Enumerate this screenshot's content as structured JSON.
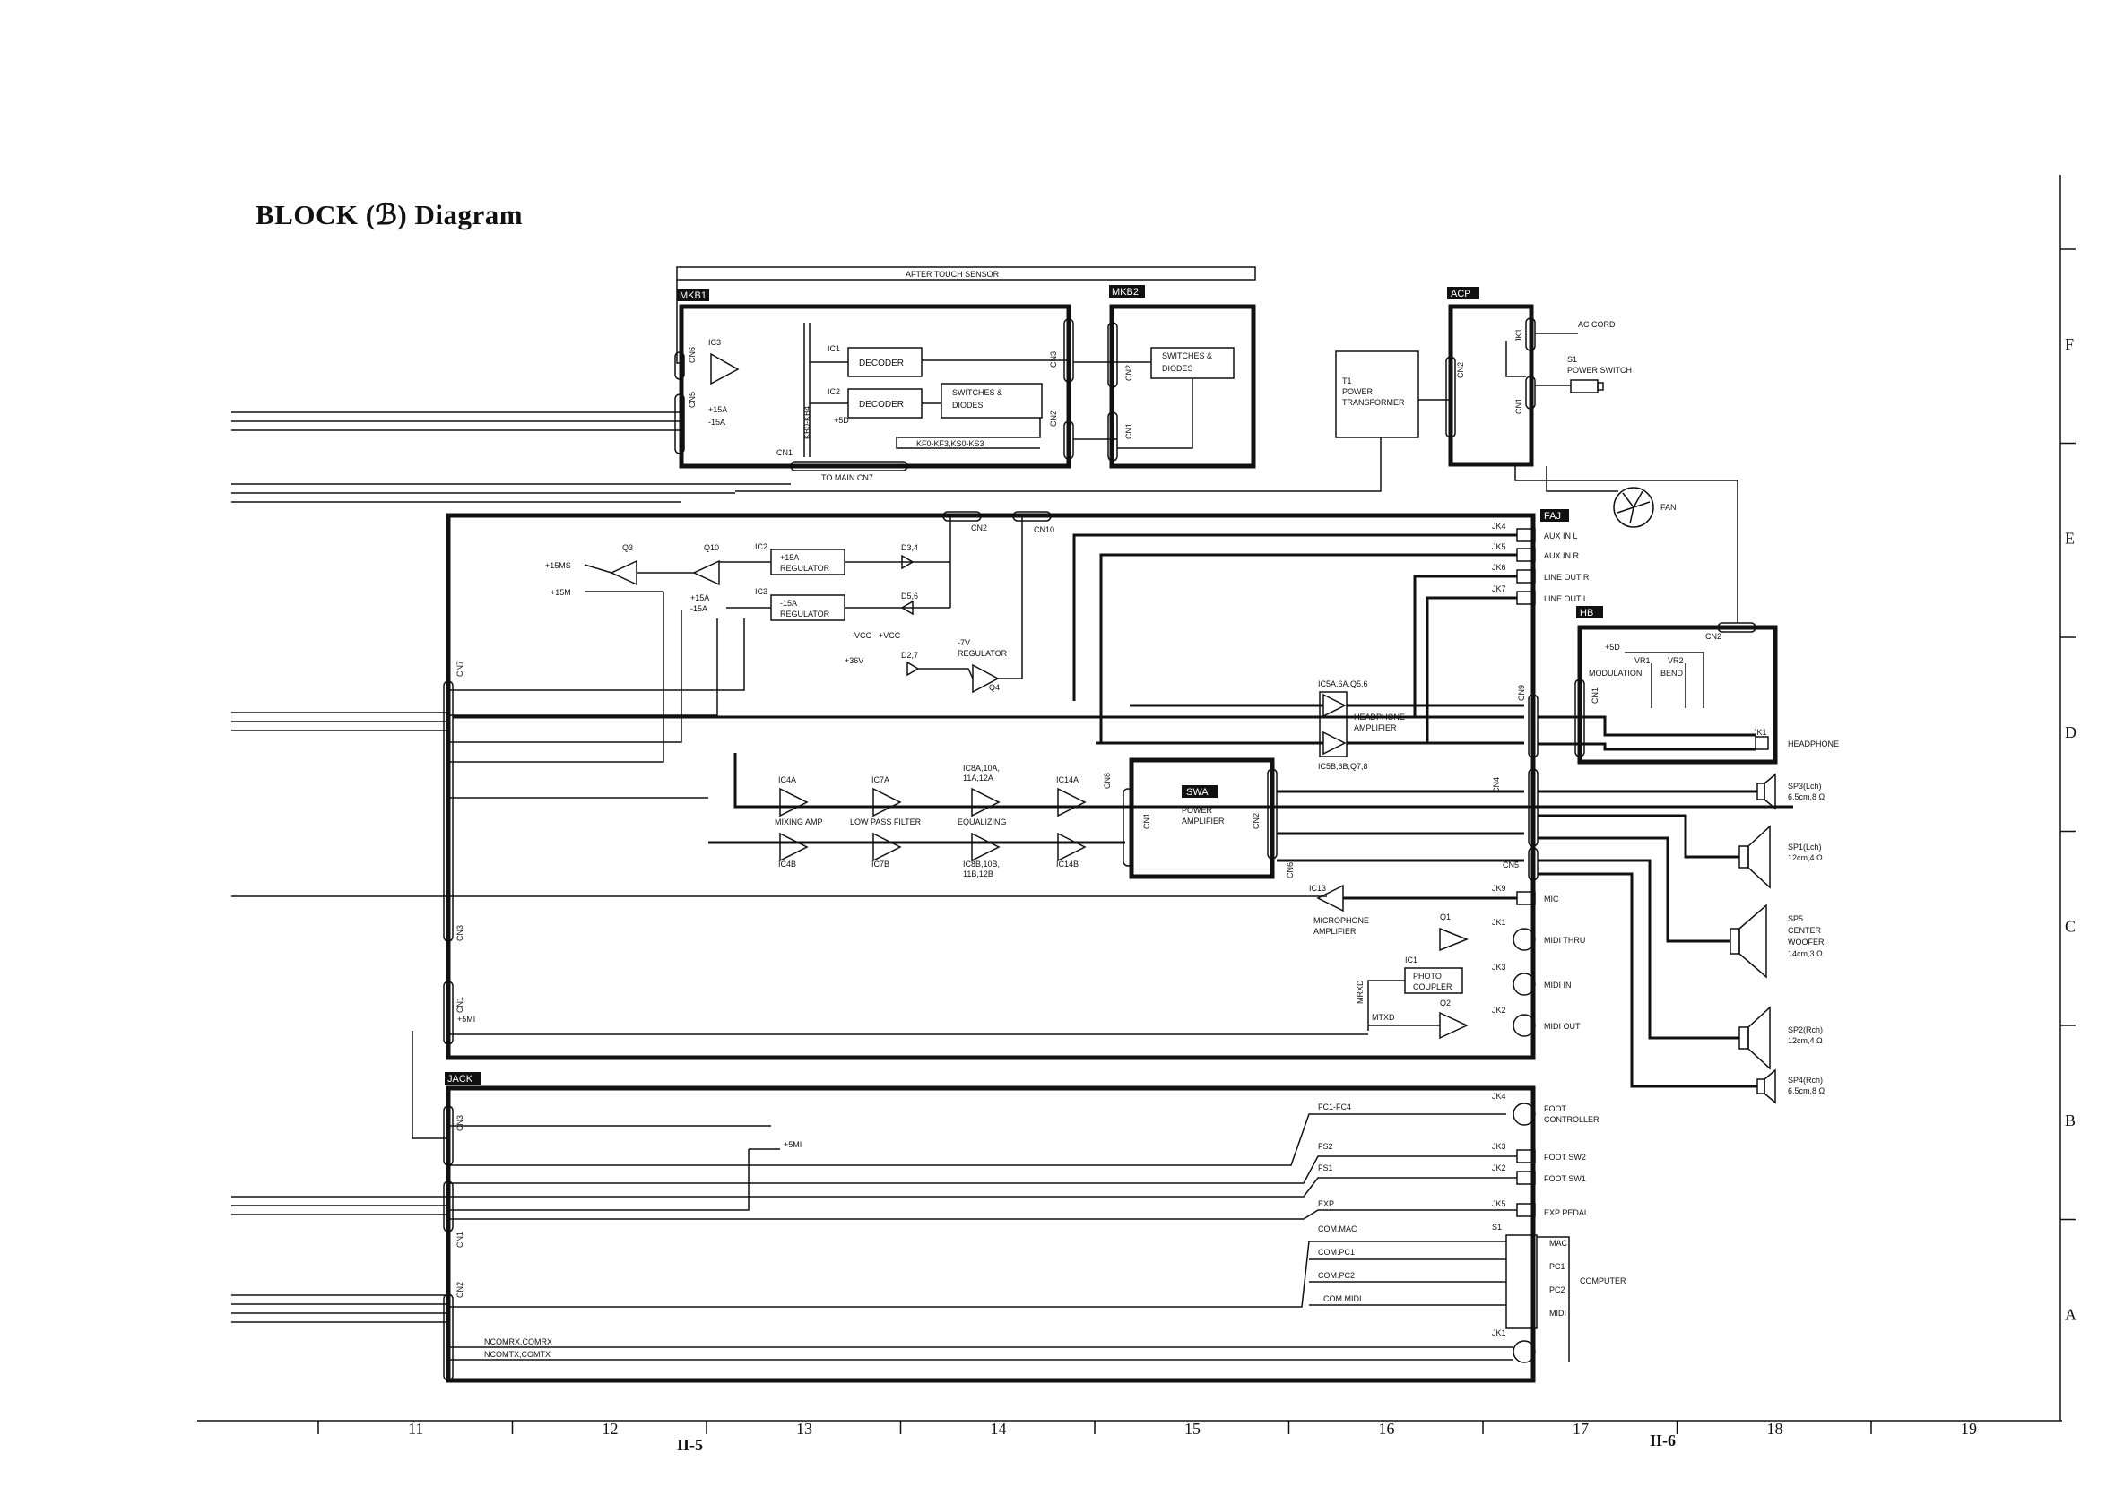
{
  "title": "BLOCK (ℬ) Diagram",
  "boards": {
    "mkb1": "MKB1",
    "mkb2": "MKB2",
    "acp": "ACP",
    "faj": "FAJ",
    "hb": "HB",
    "swa": "SWA",
    "jack": "JACK"
  },
  "labels": {
    "after_touch": "AFTER TOUCH SENSOR",
    "to_main": "TO MAIN CN7",
    "ic1": "IC1",
    "ic2": "IC2",
    "ic3": "IC3",
    "decoder1": "DECODER",
    "decoder2": "DECODER",
    "switches1_a": "SWITCHES &",
    "switches1_b": "DIODES",
    "switches2_a": "SWITCHES &",
    "switches2_b": "DIODES",
    "kf": "KF0-KF3,KS0-KS3",
    "kb": "KB0-KB4",
    "p5d": "+5D",
    "p15a": "+15A",
    "m15a": "-15A",
    "cn1": "CN1",
    "cn2": "CN2",
    "cn3": "CN3",
    "cn4": "CN4",
    "cn5": "CN5",
    "cn6": "CN6",
    "cn7": "CN7",
    "cn8": "CN8",
    "cn9": "CN9",
    "cn10": "CN10",
    "t1": "T1",
    "power": "POWER",
    "transformer": "TRANSFORMER",
    "jk1": "JK1",
    "ac_cord": "AC CORD",
    "s1": "S1",
    "power_switch": "POWER SWITCH",
    "fan": "FAN",
    "q3": "Q3",
    "q10": "Q10",
    "q4": "Q4",
    "q1": "Q1",
    "q2": "Q2",
    "reg_ic2": "IC2",
    "reg_ic3": "IC3",
    "reg1_a": "+15A",
    "reg1_b": "REGULATOR",
    "reg2_a": "-15A",
    "reg2_b": "REGULATOR",
    "d34": "D3,4",
    "d56": "D5,6",
    "d27": "D2,7",
    "p15ms": "+15MS",
    "p15m": "+15M",
    "mvcc": "-VCC",
    "pvcc": "+VCC",
    "p36v": "+36V",
    "m7v": "-7V",
    "regulator": "REGULATOR",
    "jk4": "JK4",
    "jk5": "JK5",
    "jk6": "JK6",
    "jk7": "JK7",
    "aux_l": "AUX IN L",
    "aux_r": "AUX IN R",
    "line_r": "LINE OUT R",
    "line_l": "LINE OUT L",
    "p5d_hb": "+5D",
    "vr1": "VR1",
    "vr2": "VR2",
    "modulation": "MODULATION",
    "bend": "BEND",
    "headphone": "HEADPHONE",
    "ic5a": "IC5A,6A,Q5,6",
    "ic5b": "IC5B,6B,Q7,8",
    "hp_amp_a": "HEADPHONE",
    "hp_amp_b": "AMPLIFIER",
    "ic4a": "IC4A",
    "ic4b": "IC4B",
    "ic7a": "IC7A",
    "ic7b": "IC7B",
    "ic8a": "IC8A,10A,",
    "ic8a2": "11A,12A",
    "ic8b": "IC8B,10B,",
    "ic8b2": "11B,12B",
    "ic14a": "IC14A",
    "ic14b": "IC14B",
    "mixing": "MIXING AMP",
    "lpf": "LOW PASS FILTER",
    "eq": "EQUALIZING",
    "pa_a": "POWER",
    "pa_b": "AMPLIFIER",
    "sp3_a": "SP3(Lch)",
    "sp3_b": "6.5cm,8 Ω",
    "sp1_a": "SP1(Lch)",
    "sp1_b": "12cm,4 Ω",
    "sp5_a": "SP5",
    "sp5_b": "CENTER",
    "sp5_c": "WOOFER",
    "sp5_d": "14cm,3 Ω",
    "sp2_a": "SP2(Rch)",
    "sp2_b": "12cm,4 Ω",
    "sp4_a": "SP4(Rch)",
    "sp4_b": "6.5cm,8 Ω",
    "ic13": "IC13",
    "mic_a": "MICROPHONE",
    "mic_b": "AMPLIFIER",
    "jk9": "JK9",
    "mic": "MIC",
    "midi_thru": "MIDI THRU",
    "midi_in": "MIDI IN",
    "midi_out": "MIDI OUT",
    "jk3": "JK3",
    "jk2": "JK2",
    "photo_a": "PHOTO",
    "photo_b": "COUPLER",
    "mrxd": "MRXD",
    "mtxd": "MTXD",
    "p5mi": "+5MI",
    "fc": "FC1-FC4",
    "fs2": "FS2",
    "fs1": "FS1",
    "exp": "EXP",
    "foot_ctrl_a": "FOOT",
    "foot_ctrl_b": "CONTROLLER",
    "foot_sw2": "FOOT SW2",
    "foot_sw1": "FOOT SW1",
    "exp_pedal": "EXP PEDAL",
    "com_mac": "COM.MAC",
    "com_pc1": "COM.PC1",
    "com_pc2": "COM.PC2",
    "com_midi": "COM.MIDI",
    "mac": "MAC",
    "pc1": "PC1",
    "pc2": "PC2",
    "midi": "MIDI",
    "computer": "COMPUTER",
    "ncomrx": "NCOMRX,COMRX",
    "ncomtx": "NCOMTX,COMTX"
  },
  "grid": {
    "columns": [
      "11",
      "12",
      "13",
      "14",
      "15",
      "16",
      "17",
      "18",
      "19"
    ],
    "rows": [
      "F",
      "E",
      "D",
      "C",
      "B",
      "A"
    ],
    "page_left": "II-5",
    "page_right": "II-6"
  }
}
